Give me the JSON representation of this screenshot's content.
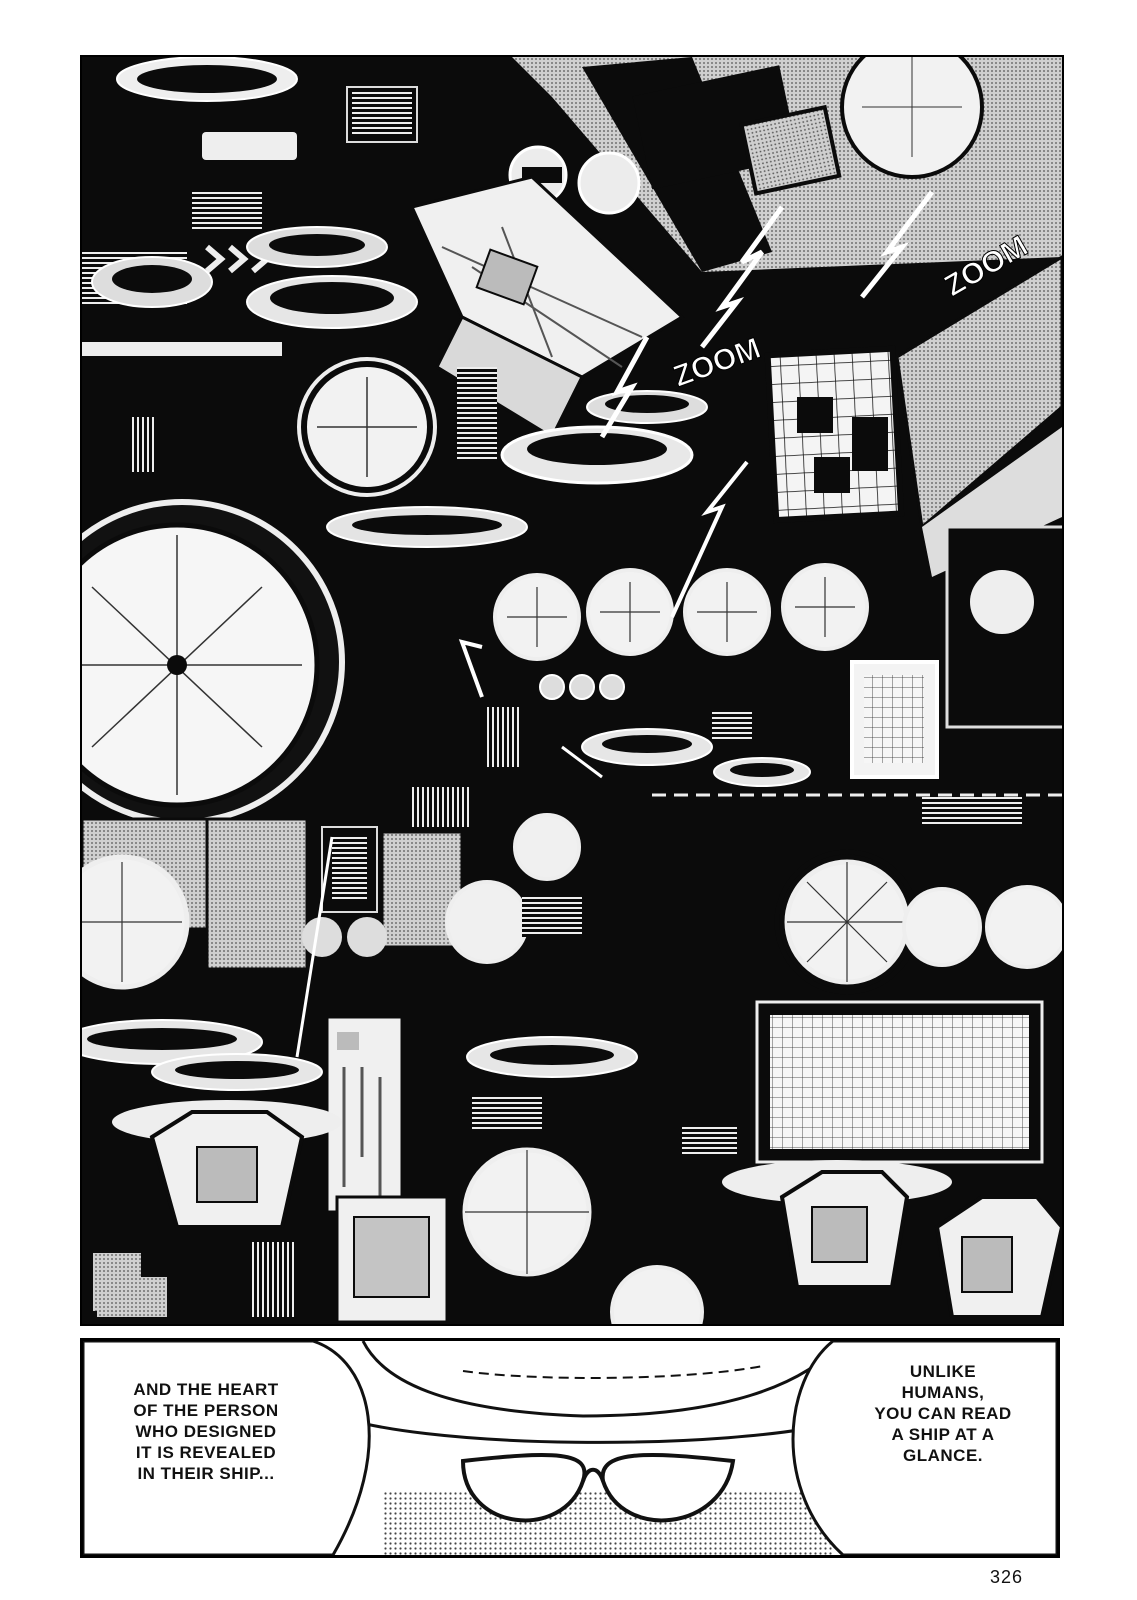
{
  "sfx": {
    "zoom_1": "ZOOM",
    "zoom_2": "ZOOM"
  },
  "captions": {
    "left": "AND THE HEART\nOF THE PERSON\nWHO DESIGNED\nIT IS REVEALED\nIN THEIR SHIP...",
    "right": "UNLIKE\nHUMANS,\nYOU CAN READ\nA SHIP AT A\nGLANCE."
  },
  "page_number": "326",
  "colors": {
    "ink": "#0b0b0b",
    "paper": "#ffffff",
    "screentone": "#9a9a9a"
  }
}
